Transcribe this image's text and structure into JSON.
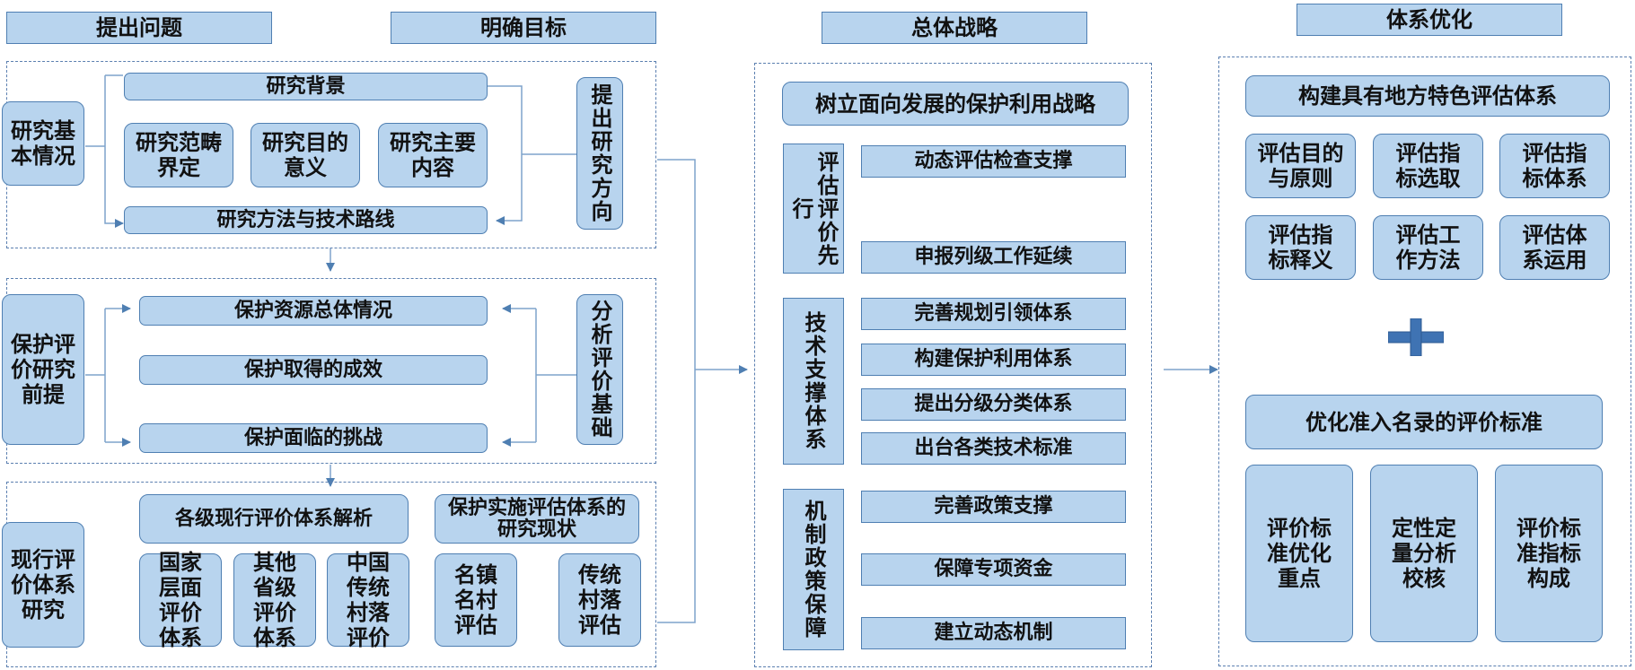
{
  "headers": {
    "h1": "提出问题",
    "h2": "明确目标",
    "h3": "总体战略",
    "h4": "体系优化"
  },
  "section1": {
    "left": "研究基本情况",
    "right": "提出研究方向",
    "top": "研究背景",
    "mid": [
      "研究范畴界定",
      "研究目的意义",
      "研究主要内容"
    ],
    "bottom": "研究方法与技术路线"
  },
  "section2": {
    "left": "保护评价研究前提",
    "right": "分析评价基础",
    "items": [
      "保护资源总体情况",
      "保护取得的成效",
      "保护面临的挑战"
    ]
  },
  "section3": {
    "left": "现行评价体系研究",
    "group1_title": "各级现行评价体系解析",
    "group1_items": [
      "国家层面评价体系",
      "其他省级评价体系",
      "中国传统村落评价"
    ],
    "group2_title": "保护实施评估体系的研究现状",
    "group2_items": [
      "名镇名村评估",
      "传统村落评估"
    ]
  },
  "strategy": {
    "top": "树立面向发展的保护利用战略",
    "groups": [
      {
        "label": "评估评价先行",
        "items": [
          "动态评估检查支撑",
          "申报列级工作延续"
        ]
      },
      {
        "label": "技术支撑体系",
        "items": [
          "完善规划引领体系",
          "构建保护利用体系",
          "提出分级分类体系",
          "出台各类技术标准"
        ]
      },
      {
        "label": "机制政策保障",
        "items": [
          "完善政策支撑",
          "保障专项资金",
          "建立动态机制"
        ]
      }
    ]
  },
  "optimize": {
    "title1": "构建具有地方特色评估体系",
    "grid": [
      "评估目的与原则",
      "评估指标选取",
      "评估指标体系",
      "评估指标释义",
      "评估工作方法",
      "评估体系运用"
    ],
    "plus": "plus-icon",
    "title2": "优化准入名录的评价标准",
    "bottom": [
      "评价标准优化重点",
      "定性定量分析校核",
      "评价标准指标构成"
    ]
  },
  "colors": {
    "box_fill": "#b8d4ee",
    "box_border": "#4f7fb2",
    "line": "#5b7fb0",
    "plus": "#3f73b3"
  }
}
